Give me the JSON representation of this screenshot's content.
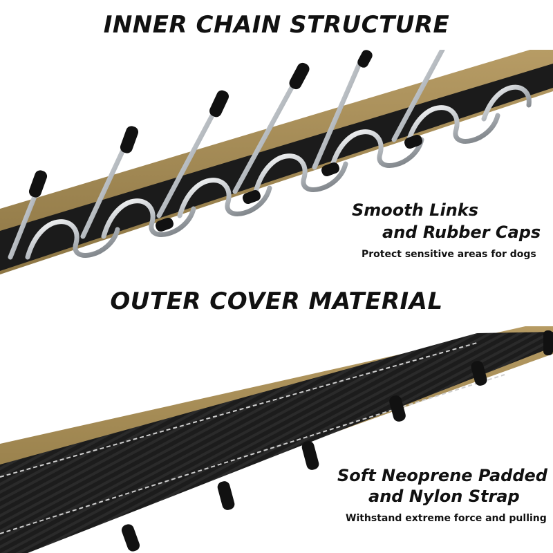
{
  "sections": [
    {
      "heading": "INNER CHAIN STRUCTURE",
      "feature_line_1": "Smooth  Links",
      "feature_line_2": "and Rubber Caps",
      "description": "Protect sensitive areas for dogs"
    },
    {
      "heading": "OUTER COVER MATERIAL",
      "feature_line_1": "Soft Neoprene Padded",
      "feature_line_2": "and Nylon Strap",
      "description": "Withstand extreme force and pulling"
    }
  ],
  "colors": {
    "padding_tan": "#a8905a",
    "strap_black": "#1a1a1a",
    "chrome": "#d9dde0",
    "text": "#111111"
  }
}
